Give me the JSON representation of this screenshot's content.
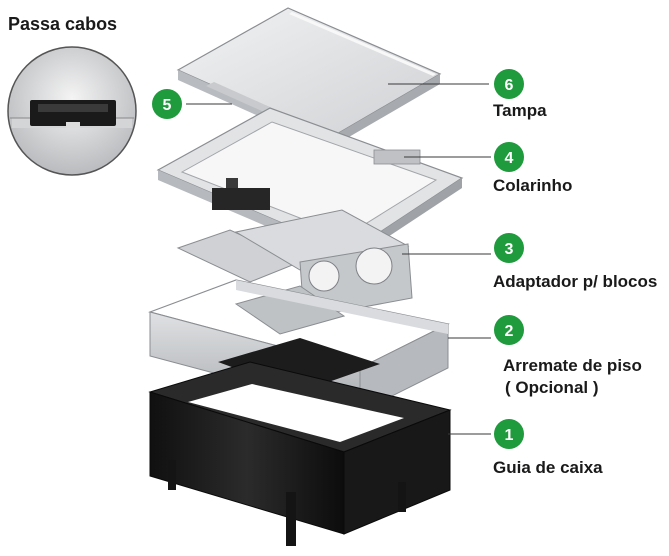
{
  "inset": {
    "title": "Passa cabos"
  },
  "colors": {
    "badge_green": "#1f9a3c",
    "badge_text": "#ffffff",
    "metal_light": "#e7e8ea",
    "metal_mid": "#c7c9cc",
    "metal_dark": "#8e9196",
    "black_box": "#1d1d1d",
    "leader_line": "#3a3a3a"
  },
  "parts": [
    {
      "number": "6",
      "name": "Tampa",
      "name_line2": ""
    },
    {
      "number": "5",
      "name": "",
      "name_line2": ""
    },
    {
      "number": "4",
      "name": "Colarinho",
      "name_line2": ""
    },
    {
      "number": "3",
      "name": "Adaptador p/ blocos",
      "name_line2": ""
    },
    {
      "number": "2",
      "name": "Arremate de piso",
      "name_line2": "( Opcional )"
    },
    {
      "number": "1",
      "name": "Guia de caixa",
      "name_line2": ""
    }
  ]
}
